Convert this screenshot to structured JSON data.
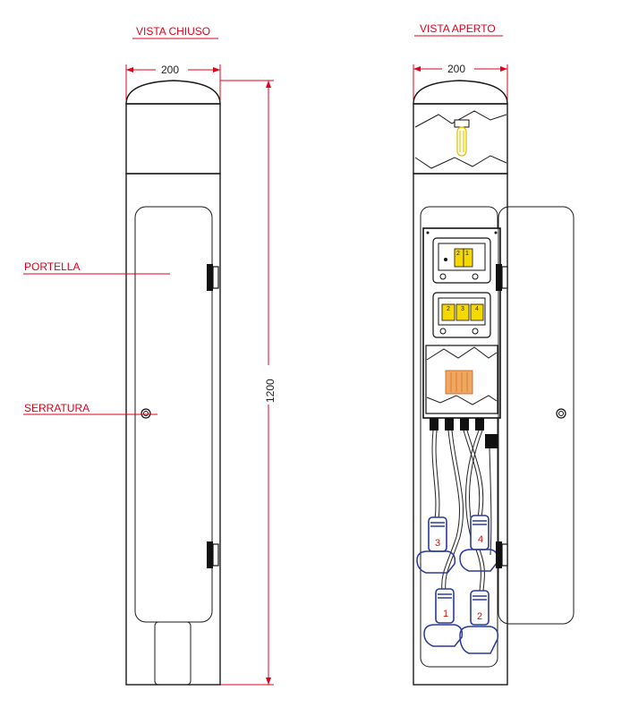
{
  "closed_view": {
    "title": "VISTA CHIUSO",
    "width_dim": "200",
    "height_dim": "1200",
    "labels": {
      "door": "PORTELLA",
      "lock": "SERRATURA"
    }
  },
  "open_view": {
    "title": "VISTA APERTO",
    "width_dim": "200",
    "breakers_top": [
      "2",
      "1"
    ],
    "breakers_bottom": [
      "2",
      "3",
      "4"
    ],
    "sockets": [
      "3",
      "4",
      "1",
      "2"
    ]
  },
  "colors": {
    "annotation_red": "#e0001a",
    "line_black": "#1a1a1a",
    "socket_blue": "#2a3a9a",
    "breaker_yellow": "#f5d800",
    "terminal_orange": "#f0a860"
  }
}
